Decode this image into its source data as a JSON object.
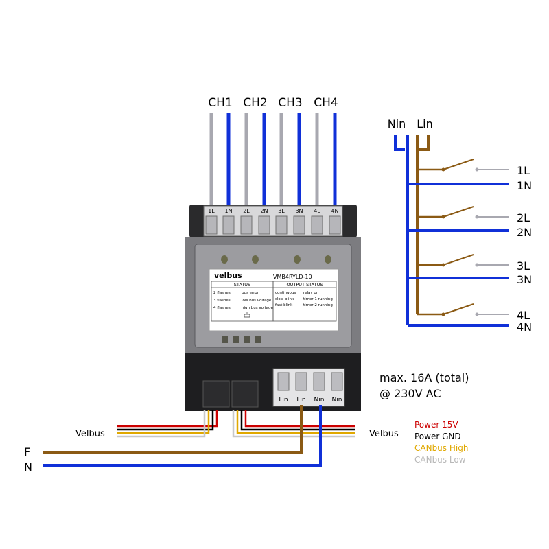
{
  "top_channels": [
    "CH1",
    "CH2",
    "CH3",
    "CH4"
  ],
  "top_terminals": [
    "1L",
    "1N",
    "2L",
    "2N",
    "3L",
    "3N",
    "4L",
    "4N"
  ],
  "module": {
    "brand": "velbus",
    "model": "VMB4RYLD-10",
    "status_header": "STATUS",
    "output_status_header": "OUTPUT STATUS",
    "status_rows": [
      {
        "flashes": "2 flashes",
        "meaning": "bus error"
      },
      {
        "flashes": "3 flashes",
        "meaning": "low bus voltage"
      },
      {
        "flashes": "4 flashes",
        "meaning": "high bus voltage"
      }
    ],
    "output_rows": [
      {
        "state": "continuous",
        "meaning": "relay on"
      },
      {
        "state": "slow blink",
        "meaning": "timer 1 running"
      },
      {
        "state": "fast blink",
        "meaning": "timer 2 running"
      }
    ]
  },
  "bottom_terminals": [
    "Lin",
    "Lin",
    "Nin",
    "Nin"
  ],
  "rating": {
    "line1": "max. 16A (total)",
    "line2": "@ 230V AC"
  },
  "schematic": {
    "inputs": [
      "Nin",
      "Lin"
    ],
    "outputs": [
      "1L",
      "1N",
      "2L",
      "2N",
      "3L",
      "3N",
      "4L",
      "4N"
    ]
  },
  "bus": {
    "left_label": "Velbus",
    "right_label": "Velbus"
  },
  "mains": {
    "phase": "F",
    "neutral": "N"
  },
  "legend": [
    {
      "label": "Power 15V",
      "color": "#cc0000"
    },
    {
      "label": "Power GND",
      "color": "#000000"
    },
    {
      "label": "CANbus High",
      "color": "#e0a800"
    },
    {
      "label": "CANbus Low",
      "color": "#b8b8b8"
    }
  ],
  "colors": {
    "live": "#8b5a14",
    "neutral": "#1030d8",
    "gray_wire": "#a8a8b0"
  }
}
